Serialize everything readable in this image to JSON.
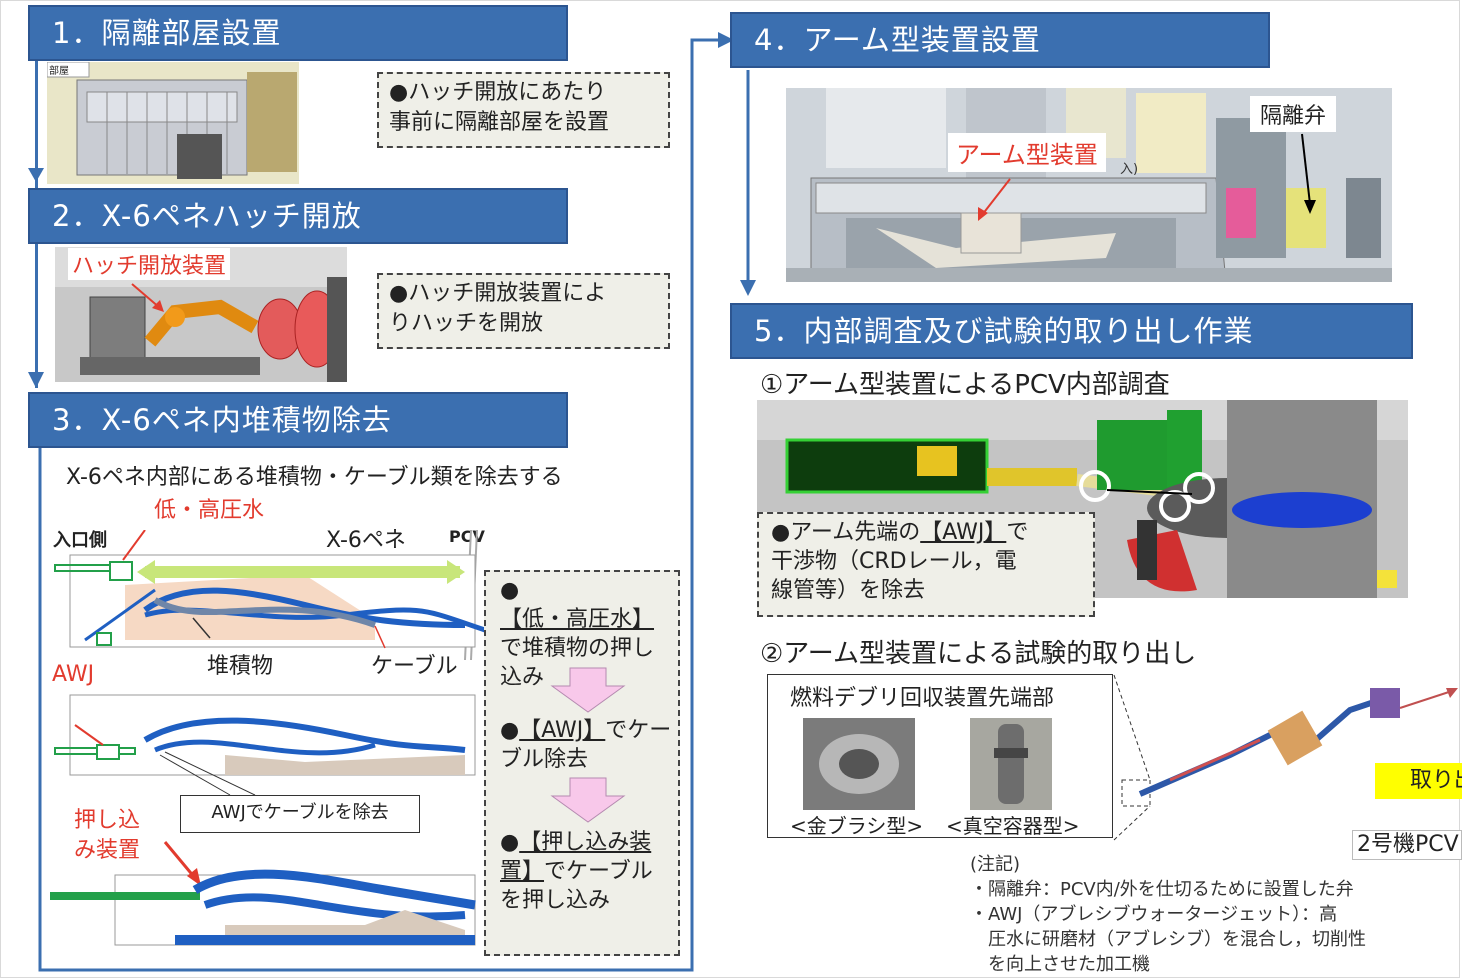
{
  "steps": {
    "s1": {
      "title": "1．隔離部屋設置",
      "note": "●ハッチ開放にあたり\n事前に隔離部屋を設置",
      "img_tag": "部屋"
    },
    "s2": {
      "title": "2．X-6ペネハッチ開放",
      "label": "ハッチ開放装置",
      "note": "●ハッチ開放装置によ\nりハッチを開放"
    },
    "s3": {
      "title": "3．X-6ペネ内堆積物除去",
      "subtitle": "X-6ペネ内部にある堆積物・ケーブル類を除去する",
      "water": "低・高圧水",
      "entrance": "入口側",
      "pene": "X-6ペネ",
      "pcv": "PCV",
      "awj": "AWJ",
      "deposit": "堆積物",
      "cable": "ケーブル",
      "awj_cable_box": "AWJでケーブルを除去",
      "pusher": "押し込\nみ装置",
      "notes": [
        {
          "bullet": "●",
          "u": "【低・高圧水】",
          "rest": "で堆積物の押し込み"
        },
        {
          "bullet": "●",
          "u": "【AWJ】",
          "rest": "でケーブル除去"
        },
        {
          "bullet": "●",
          "u": "【押し込み装置】",
          "rest": "でケーブルを押し込み"
        }
      ]
    },
    "s4": {
      "title": "4．アーム型装置設置",
      "arm": "アーム型装置",
      "valve": "隔離弁",
      "bracket": "入)"
    },
    "s5": {
      "title": "5．内部調査及び試験的取り出し作業",
      "sub1": "①アーム型装置によるPCV内部調査",
      "note1_a": "●アーム先端の",
      "note1_u": "【AWJ】",
      "note1_b": "で",
      "note1_c": "干渉物（CRDレール，電",
      "note1_d": "線管等）を除去",
      "sub2": "②アーム型装置による試験的取り出し",
      "box_title": "燃料デブリ回収装置先端部",
      "cap1": "<金ブラシ型>",
      "cap2": "<真空容器型>",
      "yellow_tag": "取り出",
      "unit": "2号機PCV",
      "footnote": "(注記)\n・隔離弁：PCV内/外を仕切るために設置した弁\n・AWJ（アブレシブウォータージェット）：高\n　圧水に研磨材（アブレシブ）を混合し，切削性\n　を向上させた加工機"
    }
  },
  "colors": {
    "header": "#3b6fb0",
    "red": "#e23b2e",
    "note_bg": "#efefe8",
    "pink_arrow": "#f8c8ea",
    "yellow": "#ffff00",
    "cable_blue": "#1f5fc2"
  }
}
